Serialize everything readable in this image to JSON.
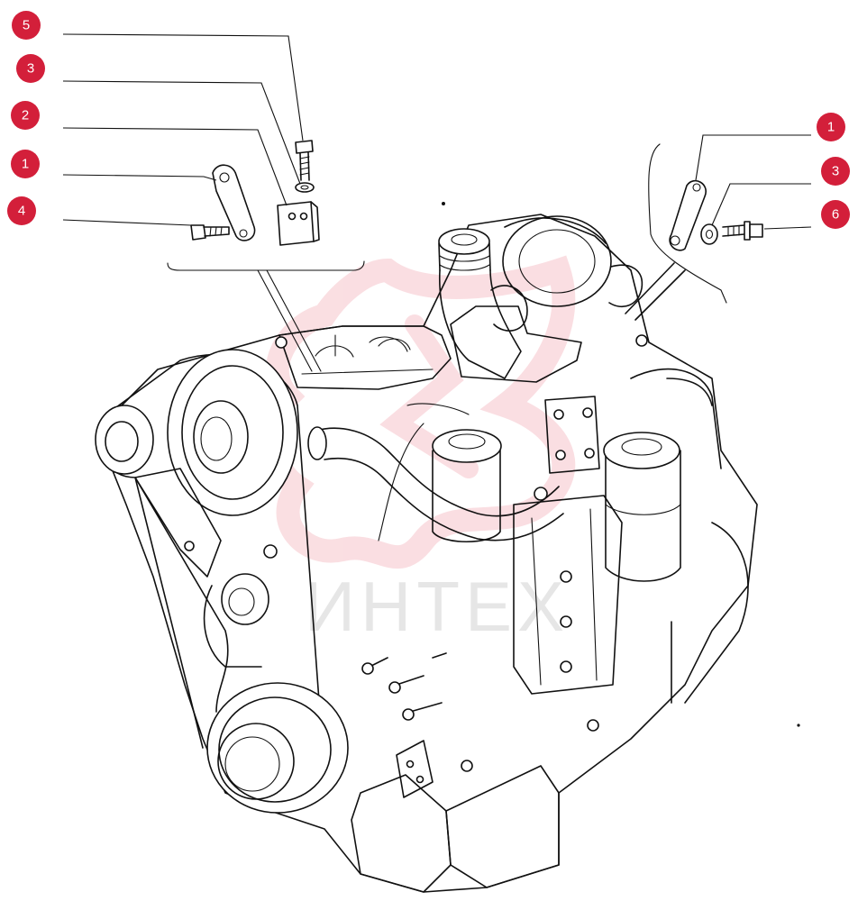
{
  "colors": {
    "callout": "#d31f3a",
    "ink": "#111111",
    "watermark": "#f2a3ad"
  },
  "callouts_left": [
    {
      "number": "5",
      "part": "bolt"
    },
    {
      "number": "3",
      "part": "washer"
    },
    {
      "number": "2",
      "part": "spacer block"
    },
    {
      "number": "1",
      "part": "lifting bracket"
    },
    {
      "number": "4",
      "part": "bolt"
    }
  ],
  "callouts_right": [
    {
      "number": "1",
      "part": "lifting bracket"
    },
    {
      "number": "3",
      "part": "washer"
    },
    {
      "number": "6",
      "part": "flange bolt"
    }
  ],
  "watermark": {
    "text": "ИНТЕХ"
  }
}
